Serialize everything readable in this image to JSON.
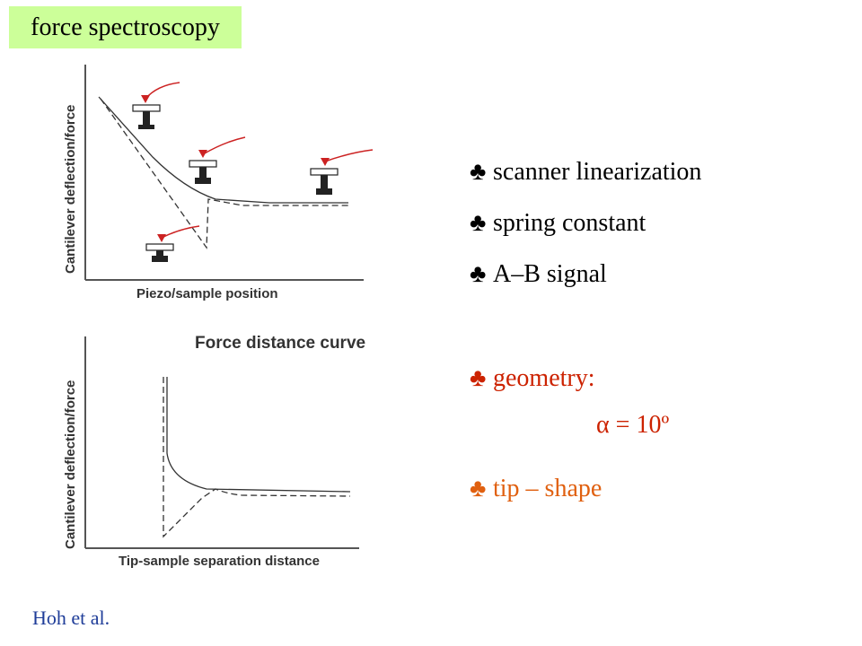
{
  "title": "force spectroscopy",
  "figure_top": {
    "ylabel": "Cantilever deflection/force",
    "xlabel": "Piezo/sample position"
  },
  "figure_bottom": {
    "caption": "Force distance curve",
    "ylabel": "Cantilever deflection/force",
    "xlabel": "Tip-sample separation distance"
  },
  "bullets": [
    {
      "symbol": "♣",
      "text": "scanner  linearization",
      "color": "#000000"
    },
    {
      "symbol": "♣",
      "text": "spring constant",
      "color": "#000000"
    },
    {
      "symbol": "♣",
      "text": "A–B signal",
      "color": "#000000"
    },
    {
      "symbol": "♣",
      "text": "geometry:",
      "color": "#cc2200"
    },
    {
      "symbol": "♣",
      "text": "tip – shape",
      "color": "#e06010"
    }
  ],
  "alpha_equation": "α = 10º",
  "credit": "Hoh et al.",
  "colors": {
    "title_bg": "#ccff99",
    "red": "#cc2200",
    "orange": "#e06010",
    "credit": "#1f3d99",
    "tip": "#cc2222"
  }
}
